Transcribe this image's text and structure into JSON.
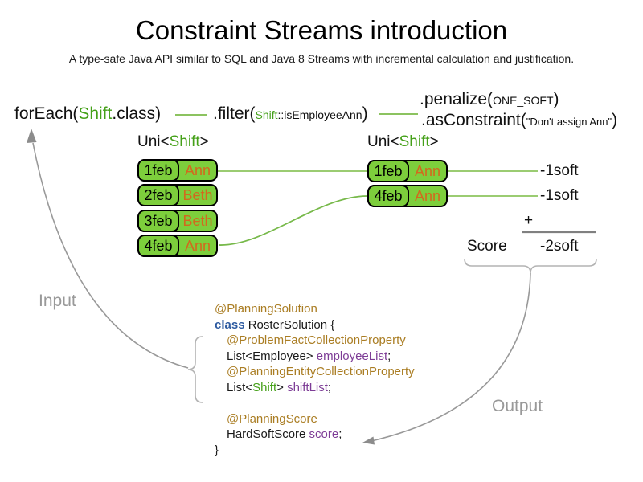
{
  "title": "Constraint Streams introduction",
  "subtitle": "A type-safe Java API similar to SQL and Java 8 Streams with incremental calculation and justification.",
  "pipeline": {
    "foreach_pre": "forEach(",
    "foreach_type": "Shift",
    "foreach_post": ".class)",
    "filter_pre": ".filter(",
    "filter_arg_type": "Shift",
    "filter_arg_rest": "::isEmployeeAnn",
    "filter_post": ")",
    "penalize_pre": ".penalize(",
    "penalize_arg": "ONE_SOFT",
    "penalize_post": ")",
    "asconstraint_pre": ".asConstraint(",
    "asconstraint_arg": "\"Don't assign Ann\"",
    "asconstraint_post": ")"
  },
  "left_stream": {
    "label_pre": "Uni<",
    "label_type": "Shift",
    "label_post": ">",
    "items": [
      {
        "date": "1feb",
        "name": "Ann"
      },
      {
        "date": "2feb",
        "name": "Beth"
      },
      {
        "date": "3feb",
        "name": "Beth"
      },
      {
        "date": "4feb",
        "name": "Ann"
      }
    ]
  },
  "right_stream": {
    "label_pre": "Uni<",
    "label_type": "Shift",
    "label_post": ">",
    "items": [
      {
        "date": "1feb",
        "name": "Ann"
      },
      {
        "date": "4feb",
        "name": "Ann"
      }
    ]
  },
  "scores": {
    "match_1": "-1soft",
    "match_2": "-1soft",
    "plus": "+",
    "score_label": "Score",
    "total": "-2soft"
  },
  "flow_labels": {
    "input": "Input",
    "output": "Output"
  },
  "code": {
    "lines": [
      {
        "tokens": [
          {
            "t": "@PlanningSolution"
          }
        ]
      },
      {
        "tokens": [
          {
            "t": "class "
          },
          {
            "t": "RosterSolution {"
          }
        ]
      },
      {
        "tokens": [
          {
            "t": "@ProblemFactCollectionProperty"
          }
        ]
      },
      {
        "tokens": [
          {
            "t": "List<Employee> "
          },
          {
            "t": "employeeList"
          },
          {
            "t": ";"
          }
        ]
      },
      {
        "tokens": [
          {
            "t": "@PlanningEntityCollectionProperty"
          }
        ]
      },
      {
        "tokens": [
          {
            "t": "List<"
          },
          {
            "t": "Shift"
          },
          {
            "t": "> "
          },
          {
            "t": "shiftList"
          },
          {
            "t": ";"
          }
        ]
      },
      {
        "tokens": [
          {
            "t": "@PlanningScore"
          }
        ]
      },
      {
        "tokens": [
          {
            "t": "HardSoftScore "
          },
          {
            "t": "score"
          },
          {
            "t": ";"
          }
        ]
      },
      {
        "tokens": [
          {
            "t": "}"
          }
        ]
      }
    ]
  },
  "colors": {
    "type_green": "#44a018",
    "box_fill_green": "#7dce3c",
    "employee_orange": "#d2691e",
    "annotation_gold": "#aa7d23",
    "keyword_blue": "#2d5aa0",
    "field_purple": "#7d3c96",
    "flow_gray": "#999999",
    "connector_green": "#9bcc72"
  }
}
